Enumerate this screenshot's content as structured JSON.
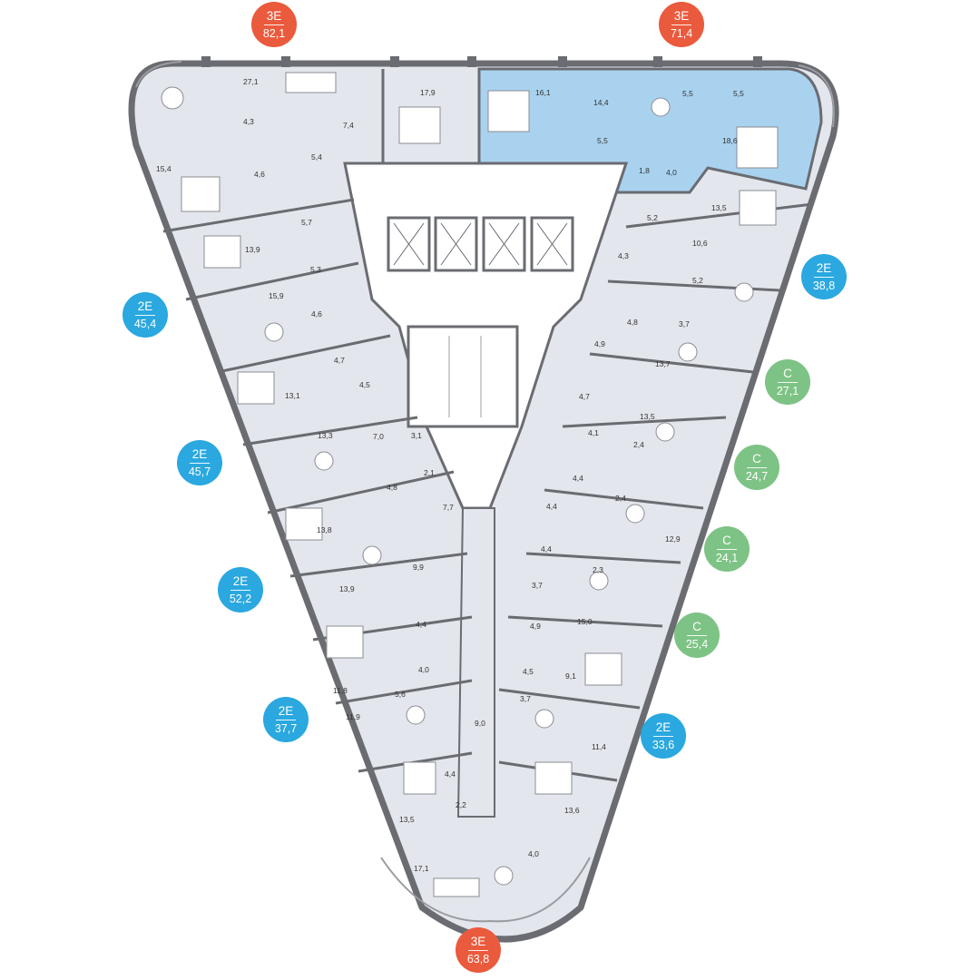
{
  "colors": {
    "type_3E": "#ea5a3c",
    "type_2E": "#2aa8df",
    "type_C": "#7dc385",
    "highlight": "#a9d2ef",
    "floor": "#e4e6ee",
    "wall": "#6a6c72"
  },
  "apartments": [
    {
      "type": "3E",
      "area": "82,1"
    },
    {
      "type": "3E",
      "area": "71,4"
    },
    {
      "type": "2E",
      "area": "38,8"
    },
    {
      "type": "2E",
      "area": "45,4"
    },
    {
      "type": "С",
      "area": "27,1"
    },
    {
      "type": "2E",
      "area": "45,7"
    },
    {
      "type": "С",
      "area": "24,7"
    },
    {
      "type": "С",
      "area": "24,1"
    },
    {
      "type": "2E",
      "area": "52,2"
    },
    {
      "type": "С",
      "area": "25,4"
    },
    {
      "type": "2E",
      "area": "37,7"
    },
    {
      "type": "2E",
      "area": "33,6"
    },
    {
      "type": "3E",
      "area": "63,8"
    }
  ],
  "room_areas": [
    "27,1",
    "4,3",
    "7,4",
    "17,9",
    "16,1",
    "14,4",
    "5,5",
    "5,5",
    "5,5",
    "18,6",
    "1,8",
    "4,0",
    "15,4",
    "4,6",
    "5,4",
    "5,7",
    "13,9",
    "5,3",
    "15,9",
    "4,6",
    "4,7",
    "4,5",
    "13,1",
    "13,3",
    "7,0",
    "3,1",
    "4,8",
    "2,1",
    "13,8",
    "7,7",
    "9,9",
    "13,9",
    "4,4",
    "11,8",
    "4,0",
    "5,6",
    "11,9",
    "9,0",
    "4,4",
    "2,2",
    "13,5",
    "17,1",
    "13,5",
    "5,2",
    "10,6",
    "4,3",
    "5,2",
    "4,8",
    "3,7",
    "4,9",
    "13,7",
    "4,7",
    "13,5",
    "4,1",
    "2,4",
    "4,4",
    "2,4",
    "4,4",
    "12,9",
    "4,4",
    "2,3",
    "3,7",
    "4,9",
    "15,0",
    "4,5",
    "9,1",
    "3,7",
    "11,4",
    "13,6",
    "4,0"
  ]
}
